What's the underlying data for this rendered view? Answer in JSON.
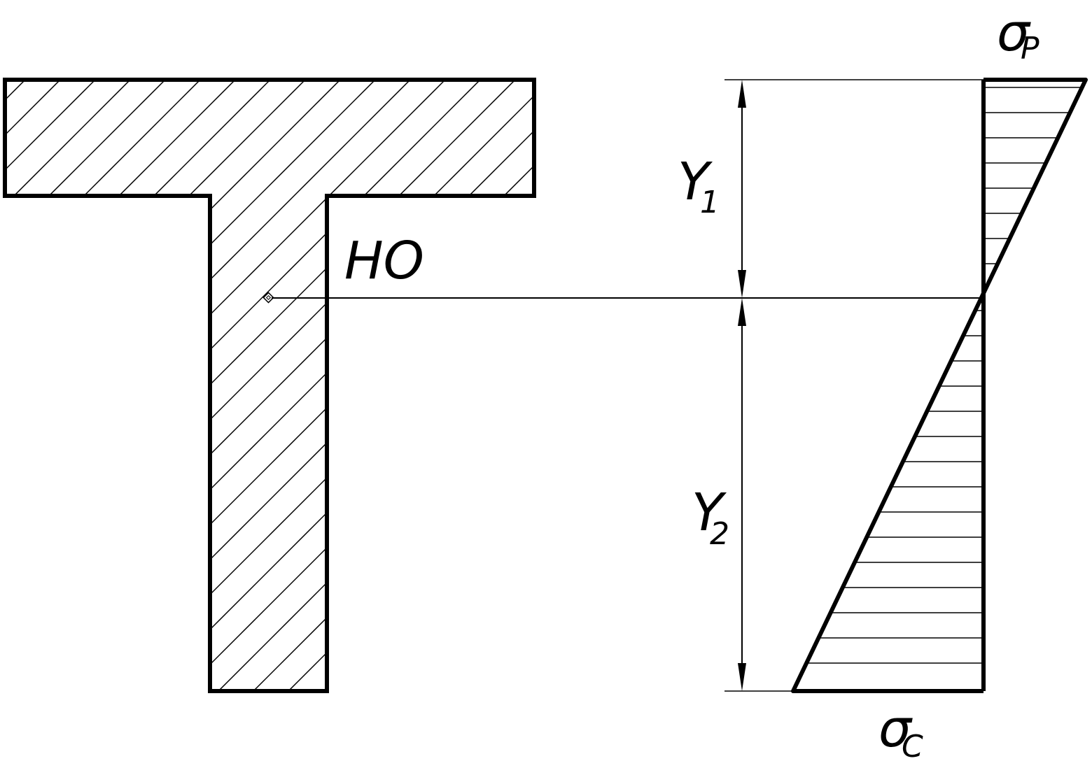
{
  "diagram": {
    "labels": {
      "neutral_axis": "НО",
      "y1_main": "Y",
      "y1_sub": "1",
      "y2_main": "Y",
      "y2_sub": "2",
      "sigma_p_main": "σ",
      "sigma_p_sub": "P",
      "sigma_c_main": "σ",
      "sigma_c_sub": "C"
    },
    "colors": {
      "line": "#000000",
      "background": "#ffffff"
    }
  }
}
